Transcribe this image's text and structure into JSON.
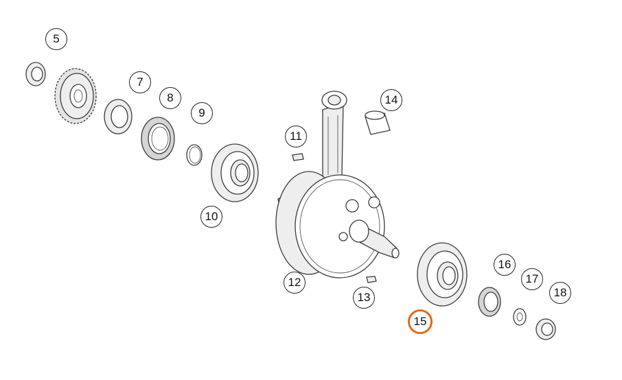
{
  "diagram": {
    "callouts": [
      {
        "label": "5"
      },
      {
        "label": "7"
      },
      {
        "label": "8"
      },
      {
        "label": "9"
      },
      {
        "label": "10"
      },
      {
        "label": "11"
      },
      {
        "label": "12"
      },
      {
        "label": "13"
      },
      {
        "label": "14"
      },
      {
        "label": "15",
        "highlighted": true,
        "highlight_color": "#e06a1a"
      },
      {
        "label": "16"
      },
      {
        "label": "17"
      },
      {
        "label": "18"
      }
    ]
  }
}
